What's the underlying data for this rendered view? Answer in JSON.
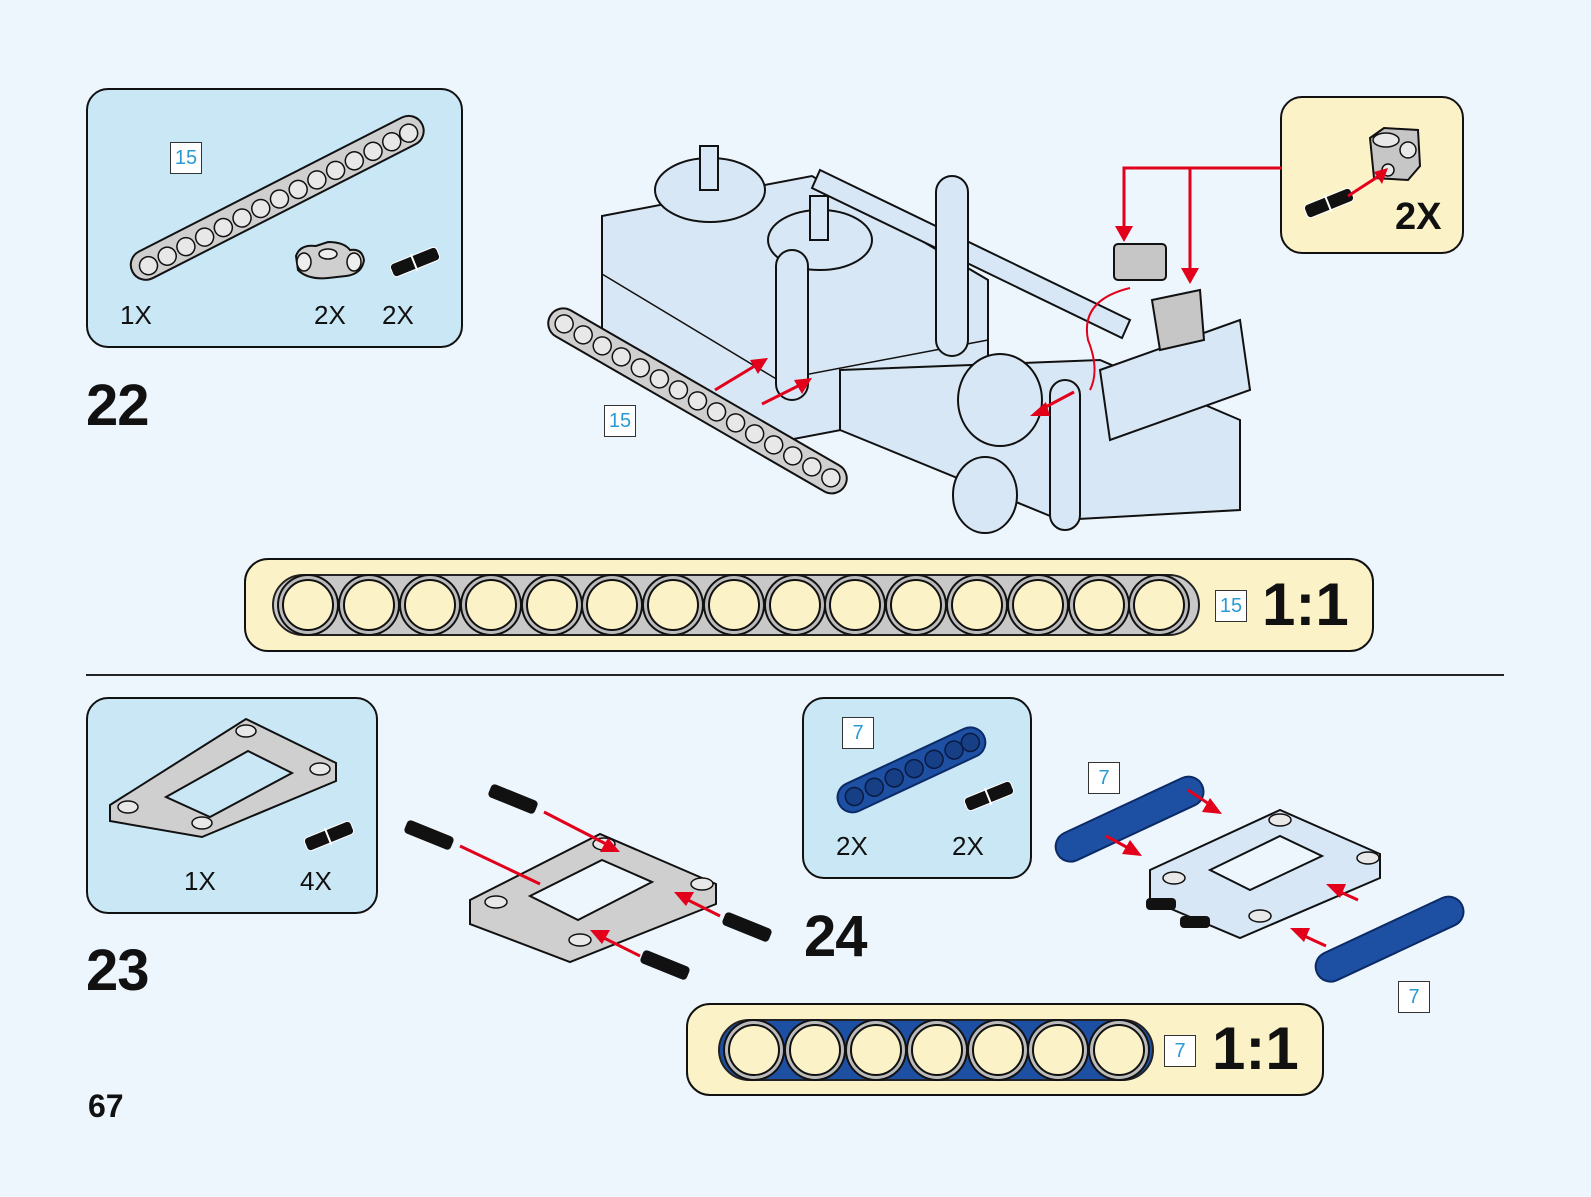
{
  "page": {
    "number": "67"
  },
  "steps": [
    {
      "number": "22",
      "parts": [
        {
          "name": "beam-15",
          "length_tag": "15",
          "qty": "1X",
          "color": "#c8c8c8"
        },
        {
          "name": "pin-connector-perpendicular",
          "qty": "2X",
          "color": "#c8c8c8"
        },
        {
          "name": "friction-pin",
          "qty": "2X",
          "color": "#111111"
        }
      ],
      "callout": {
        "qty": "2X",
        "parts": [
          "cross-block",
          "friction-pin"
        ]
      },
      "assembly_length_tag": "15",
      "scale": {
        "ratio": "1:1",
        "length_tag": "15",
        "holes": 15,
        "beam_color": "#c8c8c8"
      }
    },
    {
      "number": "23",
      "parts": [
        {
          "name": "open-frame-5x7",
          "qty": "1X",
          "color": "#c8c8c8"
        },
        {
          "name": "friction-pin",
          "qty": "4X",
          "color": "#111111"
        }
      ]
    },
    {
      "number": "24",
      "parts": [
        {
          "name": "beam-7",
          "length_tag": "7",
          "qty": "2X",
          "color": "#1d4fa3"
        },
        {
          "name": "friction-pin",
          "qty": "2X",
          "color": "#111111"
        }
      ],
      "assembly_length_tags": [
        "7",
        "7"
      ],
      "scale": {
        "ratio": "1:1",
        "length_tag": "7",
        "holes": 7,
        "beam_color": "#1d4fa3"
      }
    }
  ],
  "colors": {
    "background": "#eef6fd",
    "parts_box": "#c9e7f5",
    "callout_box": "#fcf2c8",
    "arrow": "#e3001b",
    "length_tag_text": "#2a9ad6",
    "assembly_part": "#d8e7f5"
  }
}
